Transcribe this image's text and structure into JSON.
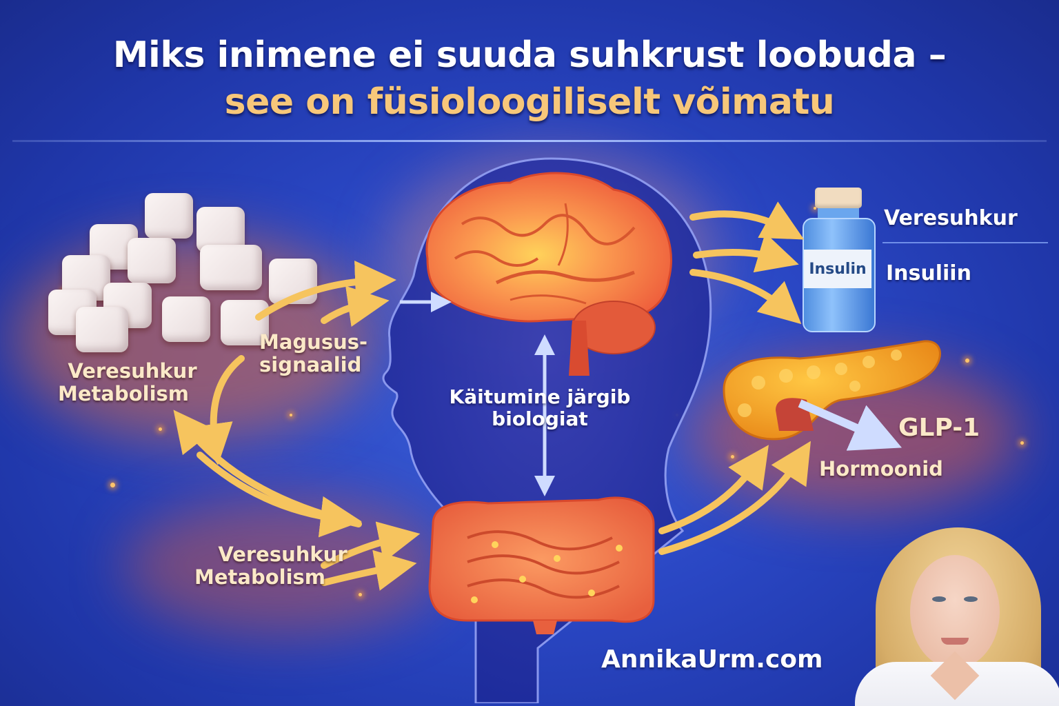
{
  "header": {
    "title_line1": "Miks inimene ei suuda suhkrust loobuda –",
    "title_line2": "see on füsioloogiliselt võimatu"
  },
  "left": {
    "label_top_line1": "Veresuhkur",
    "label_top_line2": "Metabolism",
    "label_bottom_line1": "Veresuhkur",
    "label_bottom_line2": "Metabolism",
    "signal_line1": "Magusus-",
    "signal_line2": "signaalid"
  },
  "center": {
    "behavior_line1": "Käitumine järgib",
    "behavior_line2": "biologiat"
  },
  "right": {
    "vial_label": "Insulin",
    "label_blood_sugar": "Veresuhkur",
    "label_insulin": "Insuliin",
    "label_glp1": "GLP-1",
    "label_hormones": "Hormoonid"
  },
  "footer": {
    "website": "AnnikaUrm.com"
  },
  "colors": {
    "background_blue": "#2a47c4",
    "title_white": "#ffffff",
    "title_gold": "#f7c77a",
    "label_cream": "#fbe9c8",
    "arrow_gold": "#f6c45e",
    "organ_orange": "#f2733e",
    "pancreas_amber": "#f5a524",
    "vial_blue": "#5b9ae8"
  },
  "icons": {
    "sugar": "sugar-cubes-illustration",
    "brain": "brain-illustration",
    "head": "head-silhouette",
    "intestines": "intestines-illustration",
    "vial": "insulin-vial-icon",
    "pancreas": "pancreas-illustration",
    "portrait": "author-portrait"
  }
}
